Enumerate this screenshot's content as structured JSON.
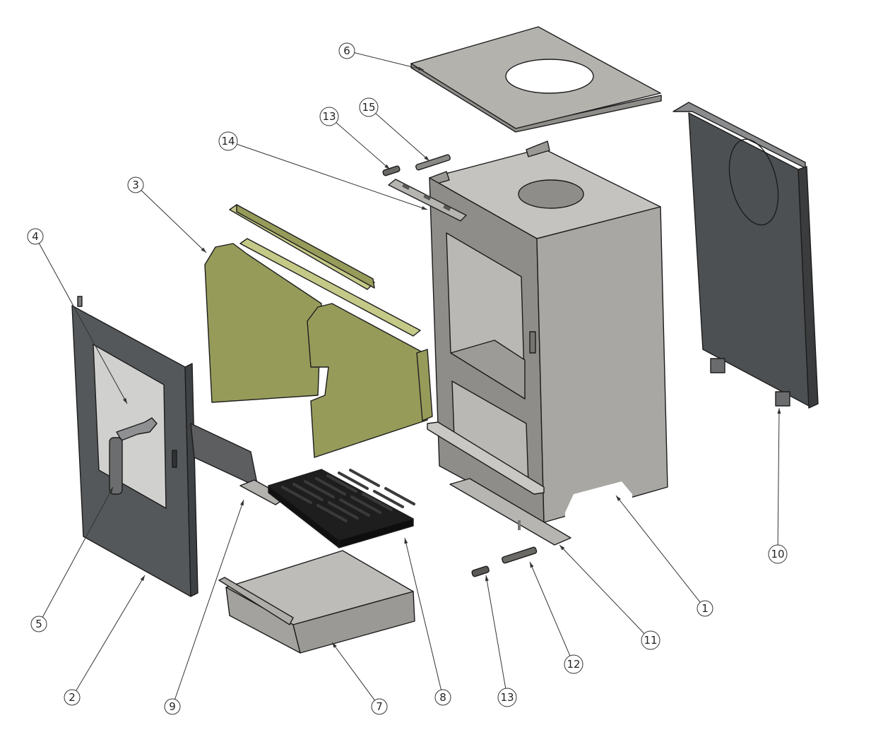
{
  "diagram": {
    "title": "Stove exploded assembly view",
    "colors": {
      "body": "#a8a7a3",
      "body_dark": "#8e8d89",
      "body_top": "#c4c3bf",
      "door": "#55585a",
      "door_dark": "#3f4244",
      "glass": "#d0d0cf",
      "firebrick": "#979b5a",
      "firebrick_light": "#c5c987",
      "grate": "#1e1e1e",
      "ashpan": "#a3a29e",
      "back_panel": "#4d5052",
      "top_plate": "#b4b2ad"
    },
    "parts": [
      {
        "id": "body",
        "callout": "1",
        "name": "Stove body"
      },
      {
        "id": "door",
        "callout": "2",
        "name": "Door"
      },
      {
        "id": "firebricks",
        "callout": "3",
        "name": "Firebrick set"
      },
      {
        "id": "glass",
        "callout": "4",
        "name": "Door glass"
      },
      {
        "id": "handle",
        "callout": "5",
        "name": "Door handle"
      },
      {
        "id": "top-plate",
        "callout": "6",
        "name": "Top plate"
      },
      {
        "id": "ashpan",
        "callout": "7",
        "name": "Ash pan"
      },
      {
        "id": "grate",
        "callout": "8",
        "name": "Grate"
      },
      {
        "id": "fret",
        "callout": "9",
        "name": "Fret / riddling bar"
      },
      {
        "id": "back-panel",
        "callout": "10",
        "name": "Rear heat shield"
      },
      {
        "id": "lower-hinge-bracket",
        "callout": "11",
        "name": "Lower hinge bracket"
      },
      {
        "id": "lower-hinge-pin",
        "callout": "12",
        "name": "Lower hinge"
      },
      {
        "id": "hinge-bush-lower",
        "callout": "13",
        "name": "Hinge bush (lower)"
      },
      {
        "id": "hinge-bush-upper",
        "callout": "13",
        "name": "Hinge bush (upper)"
      },
      {
        "id": "upper-hinge-bracket",
        "callout": "14",
        "name": "Upper hinge bracket"
      },
      {
        "id": "upper-hinge-pin",
        "callout": "15",
        "name": "Upper hinge"
      }
    ],
    "callouts": [
      {
        "label": "1"
      },
      {
        "label": "2"
      },
      {
        "label": "3"
      },
      {
        "label": "4"
      },
      {
        "label": "5"
      },
      {
        "label": "6"
      },
      {
        "label": "7"
      },
      {
        "label": "8"
      },
      {
        "label": "9"
      },
      {
        "label": "10"
      },
      {
        "label": "11"
      },
      {
        "label": "12"
      },
      {
        "label": "13"
      },
      {
        "label": "13"
      },
      {
        "label": "14"
      },
      {
        "label": "15"
      }
    ]
  }
}
